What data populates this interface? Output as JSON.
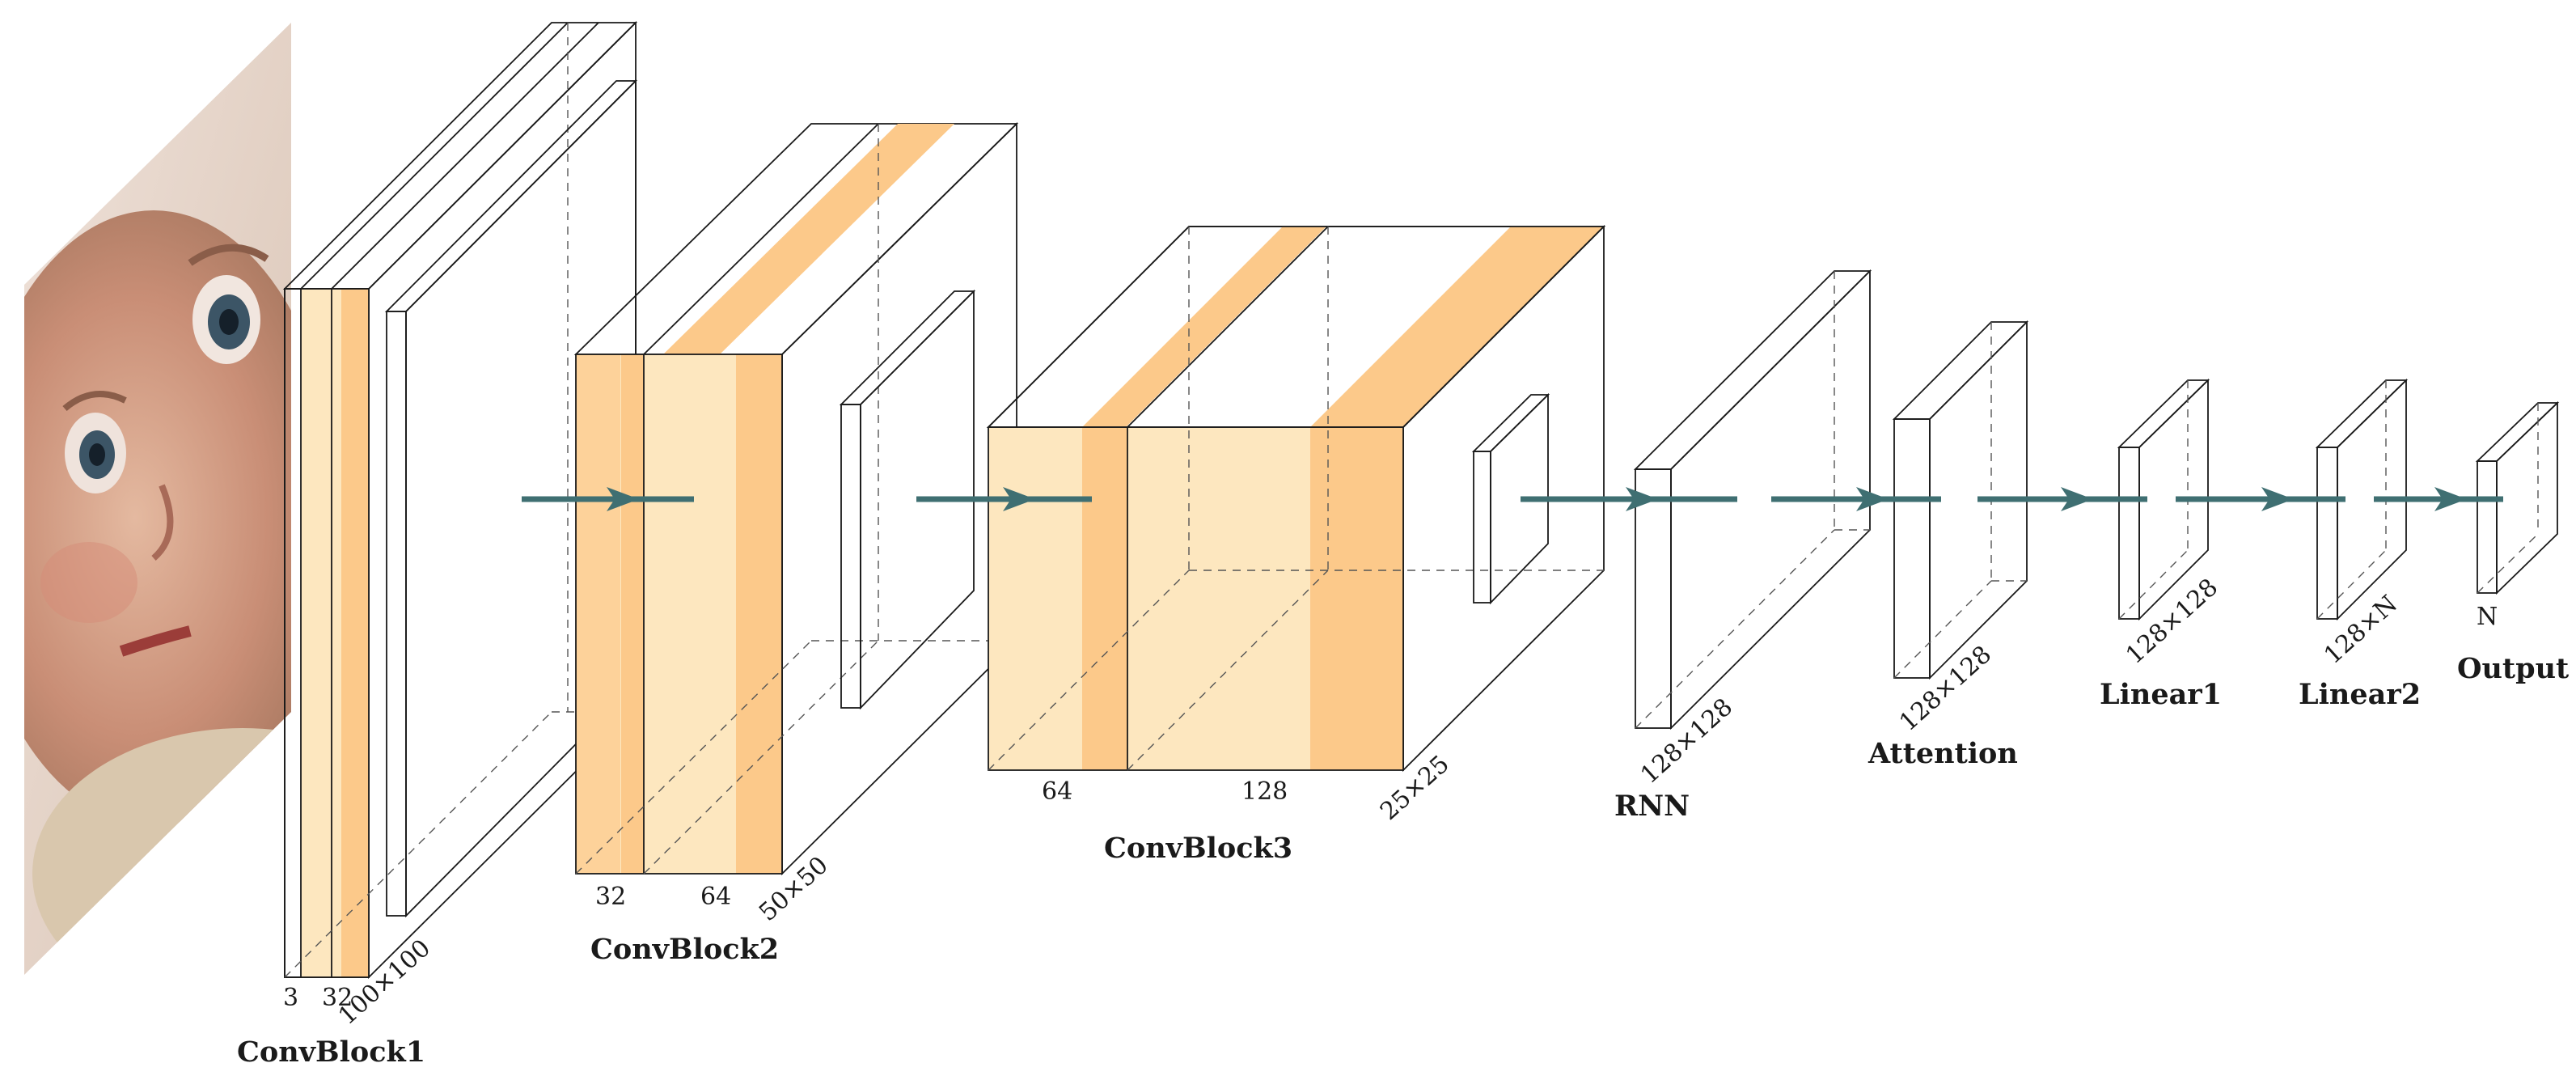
{
  "blocks": [
    {
      "name": "conv-block-1",
      "caption": "ConvBlock1",
      "dims": [
        "3",
        "32",
        "100×100"
      ]
    },
    {
      "name": "conv-block-2",
      "caption": "ConvBlock2",
      "dims": [
        "32",
        "64",
        "50×50"
      ]
    },
    {
      "name": "conv-block-3",
      "caption": "ConvBlock3",
      "dims": [
        "64",
        "128",
        "25×25"
      ]
    },
    {
      "name": "rnn",
      "caption": "RNN",
      "dims": [
        "128×128"
      ]
    },
    {
      "name": "attention",
      "caption": "Attention",
      "dims": [
        "128×128"
      ]
    },
    {
      "name": "linear1",
      "caption": "Linear1",
      "dims": [
        "128×128"
      ]
    },
    {
      "name": "linear2",
      "caption": "Linear2",
      "dims": [
        "128×N"
      ]
    },
    {
      "name": "output",
      "caption": "Output",
      "dims": [
        "N"
      ]
    }
  ],
  "input_image": "baby-face-photo",
  "colors": {
    "conv_light": "#fde7bf",
    "conv_mid": "#fcc98a",
    "pool": "#e0552f",
    "rnn": "#c6c7fa",
    "attention": "#c3fbfb",
    "linear": "#fbc6fb",
    "arrow": "#3f6f72"
  }
}
